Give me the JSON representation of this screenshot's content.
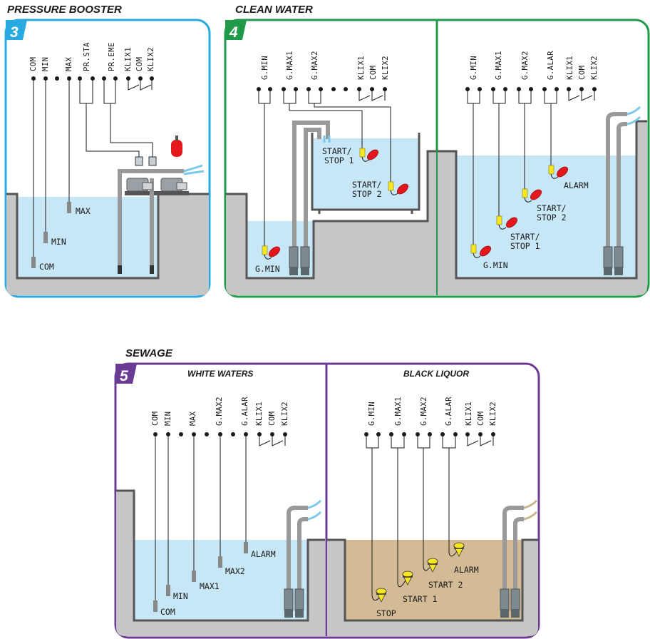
{
  "colors": {
    "blue_frame": "#27a9e1",
    "green_frame": "#1e9a48",
    "purple_frame": "#6a3b95",
    "water": "#c7e6f6",
    "sewage": "#d3bb96",
    "ground": "#c6c6c6",
    "float_red": "#e3171c",
    "probe_yellow": "#f7e625"
  },
  "panel3": {
    "number": "3",
    "title": "PRESSURE BOOSTER",
    "terminals": [
      "COM",
      "MIN",
      "MAX",
      "PR.STA",
      "PR.EME",
      "KLIX1",
      "COM",
      "KLIX2"
    ],
    "labels": {
      "max": "MAX",
      "min": "MIN",
      "com": "COM"
    }
  },
  "panel4": {
    "number": "4",
    "title": "CLEAN WATER",
    "left": {
      "terminals": [
        "G.MIN",
        "G.MAX1",
        "G.MAX2",
        "KLIX1",
        "COM",
        "KLIX2"
      ],
      "labels": {
        "gmin": "G.MIN",
        "start1_a": "START/",
        "start1_b": "STOP 1",
        "start2_a": "START/",
        "start2_b": "STOP 2"
      }
    },
    "right": {
      "terminals": [
        "G.MIN",
        "G.MAX1",
        "G.MAX2",
        "G.ALAR",
        "KLIX1",
        "COM",
        "KLIX2"
      ],
      "labels": {
        "gmin": "G.MIN",
        "start1_a": "START/",
        "start1_b": "STOP 1",
        "start2_a": "START/",
        "start2_b": "STOP 2",
        "alarm": "ALARM"
      }
    }
  },
  "panel5": {
    "number": "5",
    "title": "SEWAGE",
    "left": {
      "subtitle": "WHITE WATERS",
      "terminals": [
        "COM",
        "MIN",
        "MAX",
        "G.MAX2",
        "G.ALAR",
        "KLIX1",
        "COM",
        "KLIX2"
      ],
      "labels": {
        "com": "COM",
        "min": "MIN",
        "max1": "MAX1",
        "max2": "MAX2",
        "alarm": "ALARM"
      }
    },
    "right": {
      "subtitle": "BLACK LIQUOR",
      "terminals": [
        "G.MIN",
        "G.MAX1",
        "G.MAX2",
        "G.ALAR",
        "KLIX1",
        "COM",
        "KLIX2"
      ],
      "labels": {
        "stop": "STOP",
        "start1": "START 1",
        "start2": "START 2",
        "alarm": "ALARM"
      }
    }
  }
}
